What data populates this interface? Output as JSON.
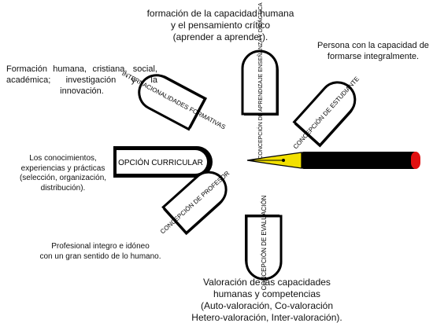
{
  "diagram": {
    "center_label": "OPCIÓN CURRICULAR",
    "petals": [
      {
        "id": "formativas",
        "label": "INTERNACIONALIDADES FORMATIVAS"
      },
      {
        "id": "ensenanza",
        "label": "CONCEPCIÓN DE APRENDIZAJE ENSEÑANZA Y DIDÁCTICA"
      },
      {
        "id": "estudiante",
        "label": "CONCEPCIÓN DE ESTUDIANTE"
      },
      {
        "id": "profesor",
        "label": "CONCEPCIÓN DE PROFESOR"
      },
      {
        "id": "evaluacion",
        "label": "CONCEPCIÓN DE EVALUACIÓN"
      }
    ],
    "notes": {
      "top": "formación de la capacidad humana\ny el pensamiento crítico\n(aprender a aprender).",
      "top_right": "Persona con la capacidad de\nformarse integralmente.",
      "top_left": "Formación humana, cristiana, social, académica; investigación y la innovación.",
      "left": "Los conocimientos,\nexperiencias y prácticas\n(selección, organización, distribución).",
      "bottom_left": "Profesional integro e idóneo\ncon un gran sentido de lo humano.",
      "bottom": "Valoración de las capacidades\nhumanas y competencias\n(Auto-valoración, Co-valoración\nHetero-valoración, Inter-valoración)."
    },
    "colors": {
      "outline": "#000000",
      "pen_body": "#000000",
      "pen_nib": "#f2e000",
      "pen_cap": "#e01010",
      "background": "#ffffff"
    }
  }
}
